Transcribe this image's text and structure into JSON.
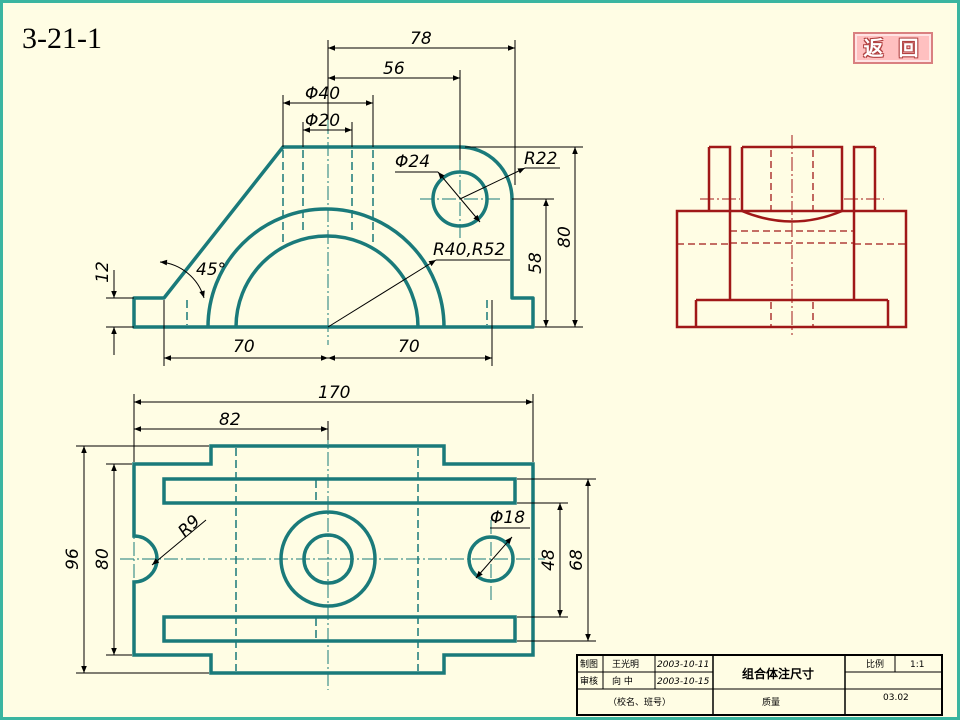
{
  "slide_title": "3-21-1",
  "back_button_label": "返 回",
  "front_view_dims": {
    "d78": "78",
    "d56": "56",
    "d40": "Φ40",
    "d20": "Φ20",
    "d24": "Φ24",
    "r22": "R22",
    "angle": "45°",
    "d12": "12",
    "r40r52": "R40,R52",
    "d58": "58",
    "d80": "80",
    "d70a": "70",
    "d70b": "70"
  },
  "top_view_dims": {
    "d170": "170",
    "d82": "82",
    "r9": "R9",
    "d18": "Φ18",
    "d96": "96",
    "d80": "80",
    "d48": "48",
    "d68": "68"
  },
  "title_block": {
    "drawn_label": "制图",
    "drawn_name": "王光明",
    "drawn_date": "2003-10-11",
    "checked_label": "审核",
    "checked_name": "向 中",
    "checked_date": "2003-10-15",
    "school": "（校名、班号）",
    "drawing_title": "组合体注尺寸",
    "mass_label": "质量",
    "scale_label": "比例",
    "scale_value": "1:1",
    "drawing_number": "03.02"
  },
  "colors": {
    "outline": "#1a7a7a",
    "side_view": "#a01818",
    "dimension": "#000000",
    "background": "#fffde4",
    "border": "#3ab5a0"
  }
}
